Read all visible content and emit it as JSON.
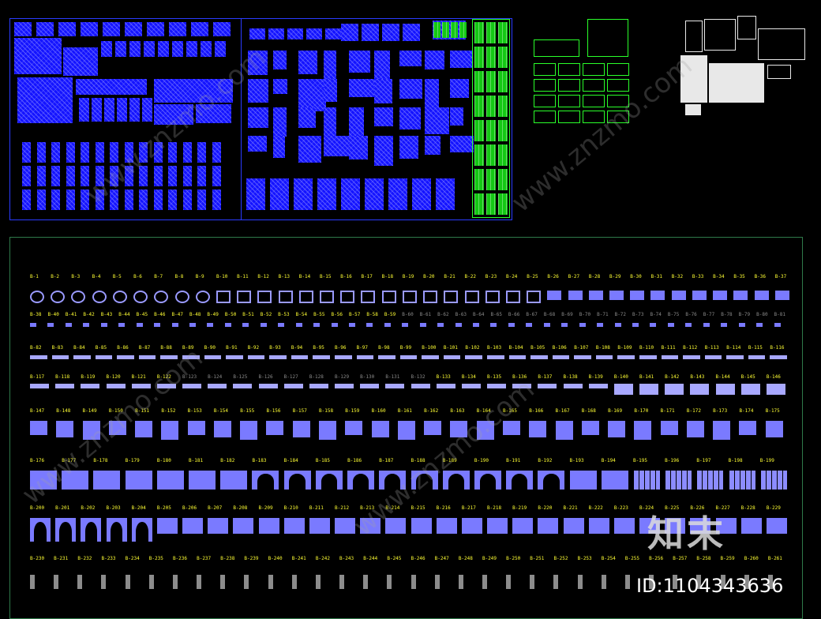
{
  "colors": {
    "background": "#000000",
    "sheet_border_blue": "#2a3bff",
    "sheet_border_green": "#2f7a4a",
    "label_yellow": "#ffff33",
    "block_blue": "#7a7aff",
    "green_blocks": "#14c814"
  },
  "watermark": {
    "brand": "知末",
    "id_text": "ID:1104343636",
    "diagonal_text": "www.znzmo.com"
  },
  "row_labels": [
    [
      "B-1",
      "B-2",
      "B-3",
      "B-4",
      "B-5",
      "B-6",
      "B-7",
      "B-8",
      "B-9",
      "B-10",
      "B-11",
      "B-12",
      "B-13",
      "B-14",
      "B-15",
      "B-16",
      "B-17",
      "B-18",
      "B-19",
      "B-20",
      "B-21",
      "B-22",
      "B-23",
      "B-24",
      "B-25",
      "B-26",
      "B-27",
      "B-28",
      "B-29",
      "B-30",
      "B-31",
      "B-32",
      "B-33",
      "B-34",
      "B-35",
      "B-36",
      "B-37"
    ],
    [
      "B-38",
      "B-40",
      "B-41",
      "B-42",
      "B-43",
      "B-44",
      "B-45",
      "B-46",
      "B-47",
      "B-48",
      "B-49",
      "B-50",
      "B-51",
      "B-52",
      "B-53",
      "B-54",
      "B-55",
      "B-56",
      "B-57",
      "B-58",
      "B-59",
      "B-60",
      "B-61",
      "B-62",
      "B-63",
      "B-64",
      "B-65",
      "B-66",
      "B-67",
      "B-68",
      "B-69",
      "B-70",
      "B-71",
      "B-72",
      "B-73",
      "B-74",
      "B-75",
      "B-76",
      "B-77",
      "B-78",
      "B-79",
      "B-80",
      "B-81"
    ],
    [
      "B-82",
      "B-83",
      "B-84",
      "B-85",
      "B-86",
      "B-87",
      "B-88",
      "B-89",
      "B-90",
      "B-91",
      "B-92",
      "B-93",
      "B-94",
      "B-95",
      "B-96",
      "B-97",
      "B-98",
      "B-99",
      "B-100",
      "B-101",
      "B-102",
      "B-103",
      "B-104",
      "B-105",
      "B-106",
      "B-107",
      "B-108",
      "B-109",
      "B-110",
      "B-111",
      "B-112",
      "B-113",
      "B-114",
      "B-115",
      "B-116"
    ],
    [
      "B-117",
      "B-118",
      "B-119",
      "B-120",
      "B-121",
      "B-122",
      "B-123",
      "B-124",
      "B-125",
      "B-126",
      "B-127",
      "B-128",
      "B-129",
      "B-130",
      "B-131",
      "B-132",
      "B-133",
      "B-134",
      "B-135",
      "B-136",
      "B-137",
      "B-138",
      "B-139",
      "B-140",
      "B-141",
      "B-142",
      "B-143",
      "B-144",
      "B-145",
      "B-146"
    ],
    [
      "B-147",
      "B-148",
      "B-149",
      "B-150",
      "B-151",
      "B-152",
      "B-153",
      "B-154",
      "B-155",
      "B-156",
      "B-157",
      "B-158",
      "B-159",
      "B-160",
      "B-161",
      "B-162",
      "B-163",
      "B-164",
      "B-165",
      "B-166",
      "B-167",
      "B-168",
      "B-169",
      "B-170",
      "B-171",
      "B-172",
      "B-173",
      "B-174",
      "B-175"
    ],
    [
      "B-176",
      "B-177",
      "B-178",
      "B-179",
      "B-180",
      "B-181",
      "B-182",
      "B-183",
      "B-184",
      "B-185",
      "B-186",
      "B-187",
      "B-188",
      "B-189",
      "B-190",
      "B-191",
      "B-192",
      "B-193",
      "B-194",
      "B-195",
      "B-196",
      "B-197",
      "B-198",
      "B-199"
    ],
    [
      "B-200",
      "B-201",
      "B-202",
      "B-203",
      "B-204",
      "B-205",
      "B-206",
      "B-207",
      "B-208",
      "B-209",
      "B-210",
      "B-211",
      "B-212",
      "B-213",
      "B-214",
      "B-215",
      "B-216",
      "B-217",
      "B-218",
      "B-219",
      "B-220",
      "B-221",
      "B-222",
      "B-223",
      "B-224",
      "B-225",
      "B-226",
      "B-227",
      "B-228",
      "B-229"
    ],
    [
      "B-230",
      "B-231",
      "B-232",
      "B-233",
      "B-234",
      "B-235",
      "B-236",
      "B-237",
      "B-238",
      "B-239",
      "B-240",
      "B-241",
      "B-242",
      "B-243",
      "B-244",
      "B-245",
      "B-246",
      "B-247",
      "B-248",
      "B-249",
      "B-250",
      "B-251",
      "B-252",
      "B-253",
      "B-254",
      "B-255",
      "B-256",
      "B-257",
      "B-258",
      "B-259",
      "B-260",
      "B-261"
    ]
  ]
}
